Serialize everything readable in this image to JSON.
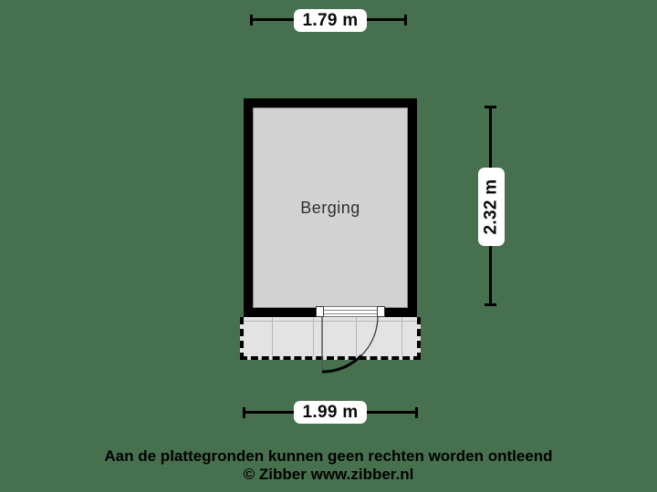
{
  "floorplan": {
    "room_label": "Berging",
    "dimensions": {
      "width_top": "1.79 m",
      "height_right": "2.32 m",
      "width_bottom": "1.99 m"
    }
  },
  "footer": {
    "disclaimer": "Aan de plattegronden kunnen geen rechten worden ontleend",
    "credit": "© Zibber www.zibber.nl"
  },
  "colors": {
    "background": "#47714E",
    "wall": "#000000",
    "room_fill": "#D2D2D2",
    "patio_fill": "#E3E3E3",
    "dimension_label_bg": "#FFFFFF",
    "text": "#000000"
  }
}
